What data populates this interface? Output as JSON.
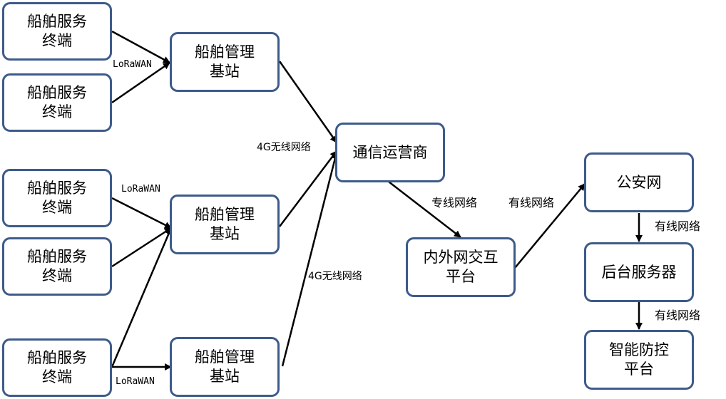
{
  "nodes": {
    "terminal_1": "船舶服务\n终端",
    "terminal_2": "船舶服务\n终端",
    "terminal_3": "船舶服务\n终端",
    "terminal_4": "船舶服务\n终端",
    "terminal_5": "船舶服务\n终端",
    "base_station_1": "船舶管理\n基站",
    "base_station_2": "船舶管理\n基站",
    "base_station_3": "船舶管理\n基站",
    "carrier": "通信运营商",
    "gateway": "内外网交互\n平台",
    "police_net": "公安网",
    "backend_server": "后台服务器",
    "smart_platform": "智能防控\n平台"
  },
  "edge_labels": {
    "lorawan_1": "LoRaWAN",
    "lorawan_2": "LoRaWAN",
    "lorawan_3": "LoRaWAN",
    "wireless_4g_1": "4G无线网络",
    "wireless_4g_2": "4G无线网络",
    "dedicated_line": "专线网络",
    "wired_1": "有线网络",
    "wired_2": "有线网络",
    "wired_3": "有线网络"
  },
  "colors": {
    "node_border": "#3d5b8a",
    "arrow": "#000000"
  }
}
